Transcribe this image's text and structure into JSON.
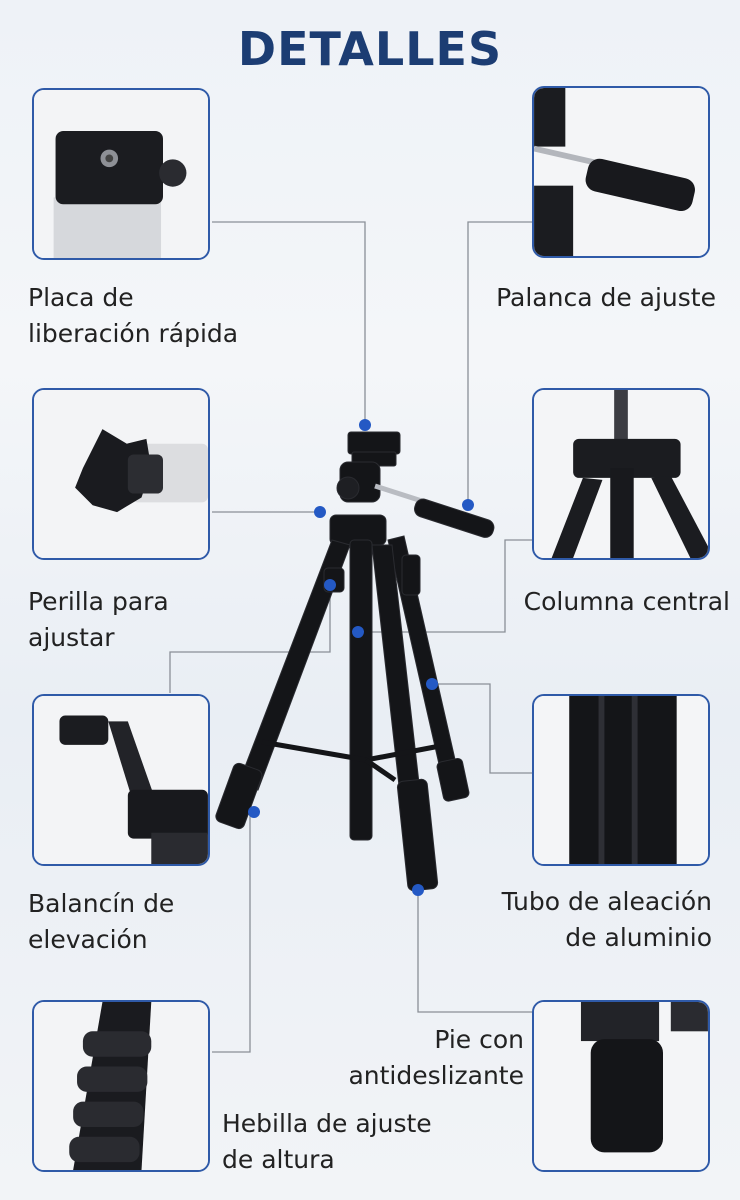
{
  "title": "DETALLES",
  "accent_color": "#2f5aa8",
  "title_color": "#1c3d73",
  "features": [
    {
      "label": "Placa de\nliberación rápida",
      "icon": "quick-release-plate"
    },
    {
      "label": "Palanca de ajuste",
      "icon": "adjustment-handle"
    },
    {
      "label": "Perilla para\najustar",
      "icon": "adjustment-knob"
    },
    {
      "label": "Columna central",
      "icon": "center-column"
    },
    {
      "label": "Balancín de\nelevación",
      "icon": "elevation-crank"
    },
    {
      "label": "Tubo de aleación\nde aluminio",
      "icon": "aluminum-tube"
    },
    {
      "label": "Hebilla de ajuste\nde altura",
      "icon": "leg-lock-buckle"
    },
    {
      "label": "Pie con\nantideslizante",
      "icon": "rubber-foot"
    }
  ]
}
